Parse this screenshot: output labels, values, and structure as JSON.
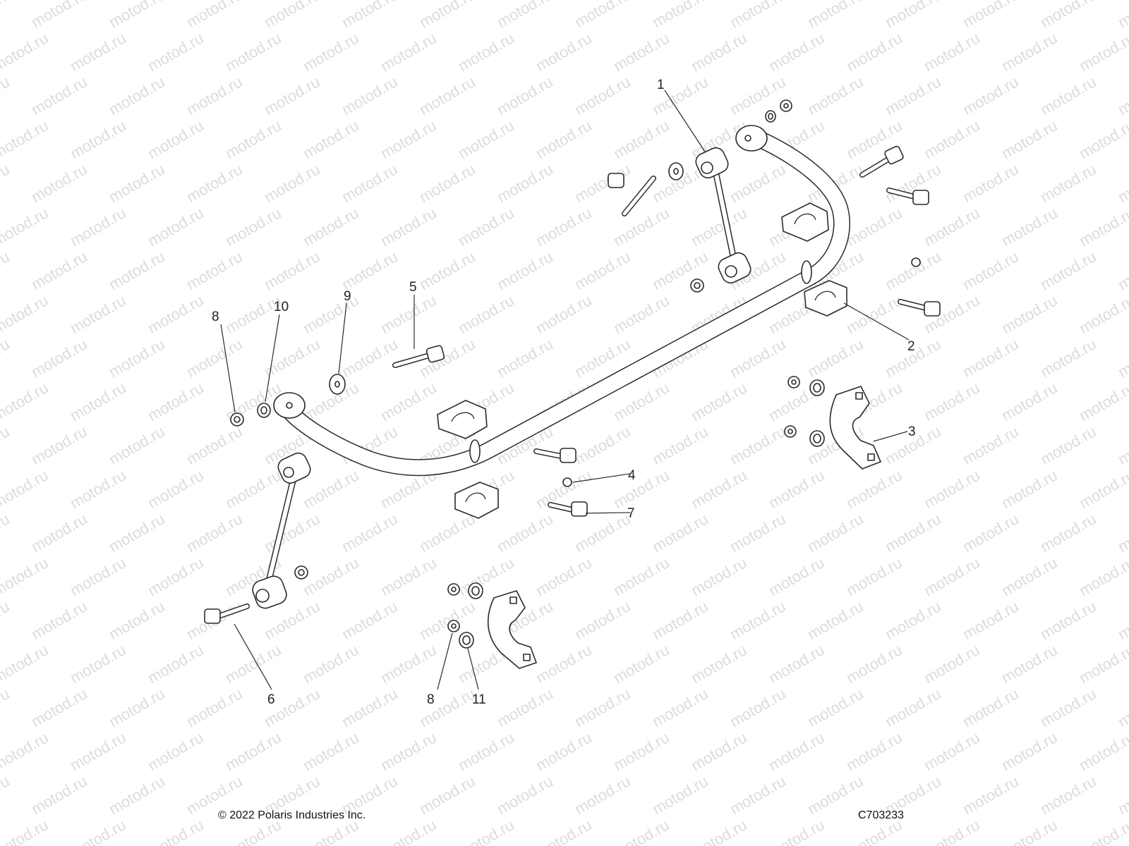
{
  "watermark": "motod.ru",
  "callouts": [
    {
      "id": "c1",
      "label": "1"
    },
    {
      "id": "c2",
      "label": "2"
    },
    {
      "id": "c3",
      "label": "3"
    },
    {
      "id": "c4",
      "label": "4"
    },
    {
      "id": "c5",
      "label": "5"
    },
    {
      "id": "c6",
      "label": "6"
    },
    {
      "id": "c7",
      "label": "7"
    },
    {
      "id": "c8a",
      "label": "8"
    },
    {
      "id": "c8b",
      "label": "8"
    },
    {
      "id": "c9",
      "label": "9"
    },
    {
      "id": "c10",
      "label": "10"
    },
    {
      "id": "c11",
      "label": "11"
    }
  ],
  "footer": {
    "copyright": "© 2022 Polaris Industries Inc.",
    "diagram_id": "C703233"
  }
}
